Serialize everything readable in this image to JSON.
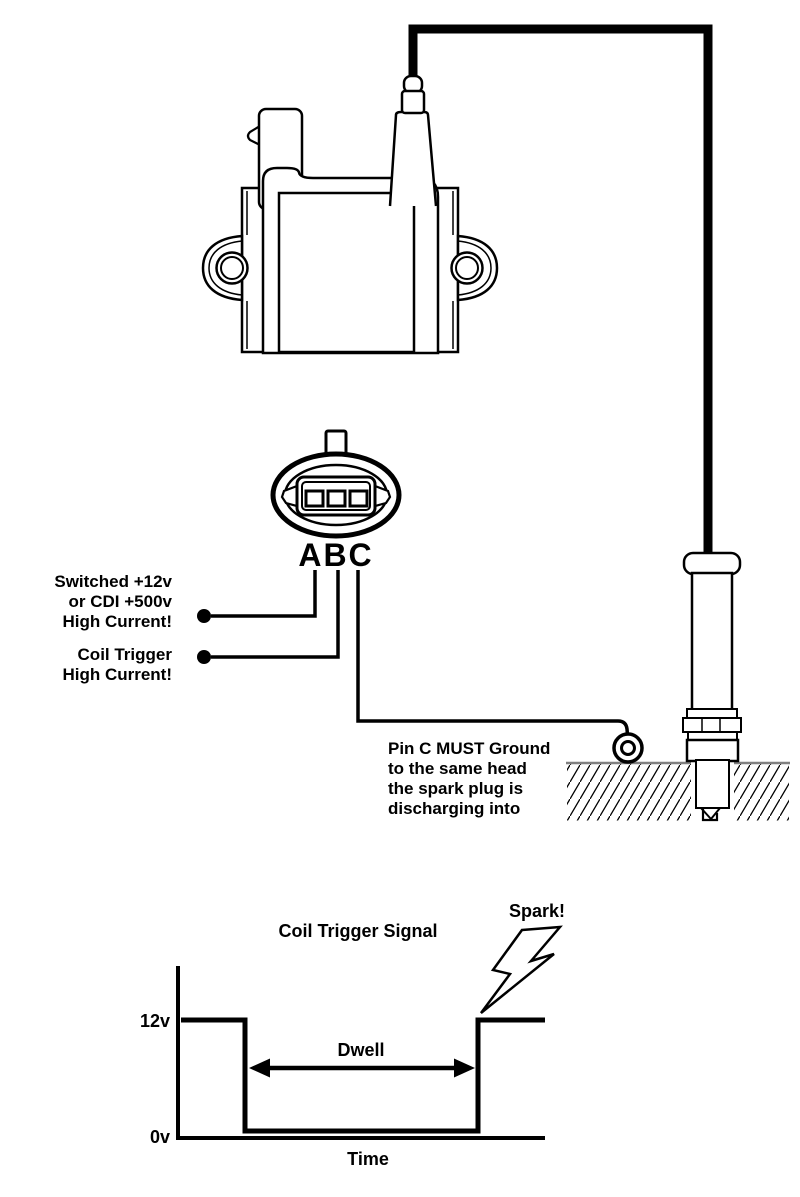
{
  "labels": {
    "connector_pins": "ABC",
    "pin_a": [
      "Switched +12v",
      "or CDI +500v",
      "High Current!"
    ],
    "pin_b": [
      "Coil Trigger",
      "High Current!"
    ],
    "pin_c": [
      "Pin C MUST Ground",
      "to the same head",
      "the spark plug is",
      "discharging into"
    ]
  },
  "chart": {
    "title": "Coil Trigger Signal",
    "spark_label": "Spark!",
    "dwell_label": "Dwell",
    "y_high_label": "12v",
    "y_low_label": "0v",
    "x_label": "Time"
  },
  "chart_data": {
    "type": "line",
    "title": "Coil Trigger Signal",
    "xlabel": "Time",
    "ylabel": "",
    "ylim": [
      0,
      16
    ],
    "yticks": [
      0,
      12
    ],
    "ytick_labels": [
      "0v",
      "12v"
    ],
    "grid": false,
    "series": [
      {
        "name": "coil-trigger-voltage",
        "x": [
          0,
          0.9,
          0.9,
          4.2,
          4.2,
          5.2
        ],
        "y": [
          12,
          12,
          0,
          0,
          12,
          12
        ]
      }
    ],
    "annotations": [
      {
        "text": "Dwell",
        "type": "double-headed-arrow",
        "x_span": [
          0.9,
          4.2
        ],
        "y": 6
      },
      {
        "text": "Spark!",
        "type": "lightning-bolt-callout",
        "x": 4.2,
        "y": 12
      }
    ]
  },
  "icons": {
    "spark": "lightning-bolt-icon",
    "ground_ring": "ring-terminal-icon"
  },
  "colors": {
    "ink": "#000000",
    "head_surface": "#7f7f7f",
    "background": "#ffffff"
  }
}
